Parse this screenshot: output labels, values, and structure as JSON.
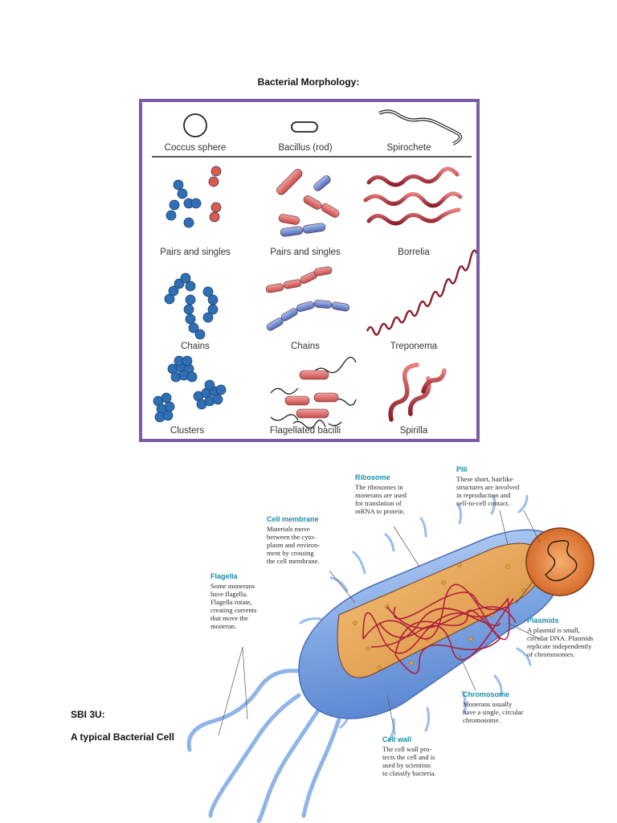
{
  "page": {
    "title": "Bacterial Morphology:",
    "course": "SBI 3U:",
    "subtitle": "A typical Bacterial Cell"
  },
  "morphology": {
    "headers": [
      "Coccus sphere",
      "Bacillus (rod)",
      "Spirochete"
    ],
    "rows": [
      [
        "Pairs and singles",
        "Pairs and singles",
        "Borrelia"
      ],
      [
        "Chains",
        "Chains",
        "Treponema"
      ],
      [
        "Clusters",
        "Flagellated bacilli",
        "Spirilla"
      ]
    ]
  },
  "cell_labels": {
    "ribosome": {
      "title": "Ribosome",
      "lines": [
        "The ribosomes in",
        "monerans are used",
        "for translation of",
        "mRNA to protein."
      ]
    },
    "pili": {
      "title": "Pili",
      "lines": [
        "These short, hairlike",
        "structures are involved",
        "in reproduction and",
        "cell-to-cell contact."
      ]
    },
    "cell_membrane": {
      "title": "Cell membrane",
      "lines": [
        "Materials move",
        "between the cyto-",
        "plasm and environ-",
        "ment by crossing",
        "the cell membrane."
      ]
    },
    "flagella": {
      "title": "Flagella",
      "lines": [
        "Some monerans",
        "have flagella.",
        "Flagella rotate,",
        "creating currents",
        "that move the",
        "moneran."
      ]
    },
    "plasmids": {
      "title": "Plasmids",
      "lines": [
        "A plasmid is small,",
        "circular DNA. Plasmids",
        "replicate independently",
        "of chromosomes."
      ]
    },
    "chromosome": {
      "title": "Chromosome",
      "lines": [
        "Monerans usually",
        "have a single, circular",
        "chromosome."
      ]
    },
    "cell_wall": {
      "title": "Cell wall",
      "lines": [
        "The cell wall pro-",
        "tects the cell and is",
        "used by scientists",
        "to classify bacteria."
      ]
    }
  },
  "colors": {
    "frame": "#7d5aa8",
    "coccus_blue": "#2f6fb5",
    "rod_red": "#e07070",
    "rod_blue": "#6f8fd8",
    "spiro_red": "#b8323a",
    "cell_blue": "#8fb4ea",
    "cytoplasm": "#e8a04a",
    "label_teal": "#1c8ea8"
  }
}
